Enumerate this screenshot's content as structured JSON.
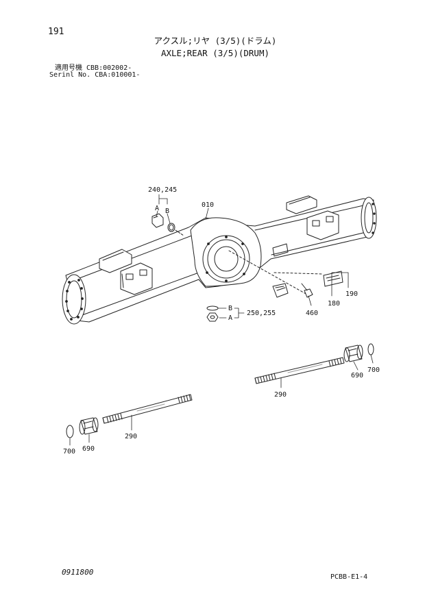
{
  "header": {
    "page_number": "191",
    "title_jp": "アクスル;リヤ (3/5)(ドラム)",
    "title_en": "AXLE;REAR (3/5)(DRUM)",
    "serial_line_1": "適用号機 CBB:002002-",
    "serial_line_2": "Serinl No. CBA:010001-"
  },
  "callouts": {
    "c240245": "240,245",
    "cA_top": "A",
    "cB_top": "B",
    "c010": "010",
    "c180": "180",
    "c190": "190",
    "c460": "460",
    "cB_bot": "B",
    "cA_bot": "A",
    "c250255": "250,255",
    "c290_right": "290",
    "c690_right": "690",
    "c700_right": "700",
    "c290_left": "290",
    "c690_left": "690",
    "c700_left": "700"
  },
  "footer": {
    "doc_code": "0911800",
    "page_code": "PCBB-E1-4"
  }
}
